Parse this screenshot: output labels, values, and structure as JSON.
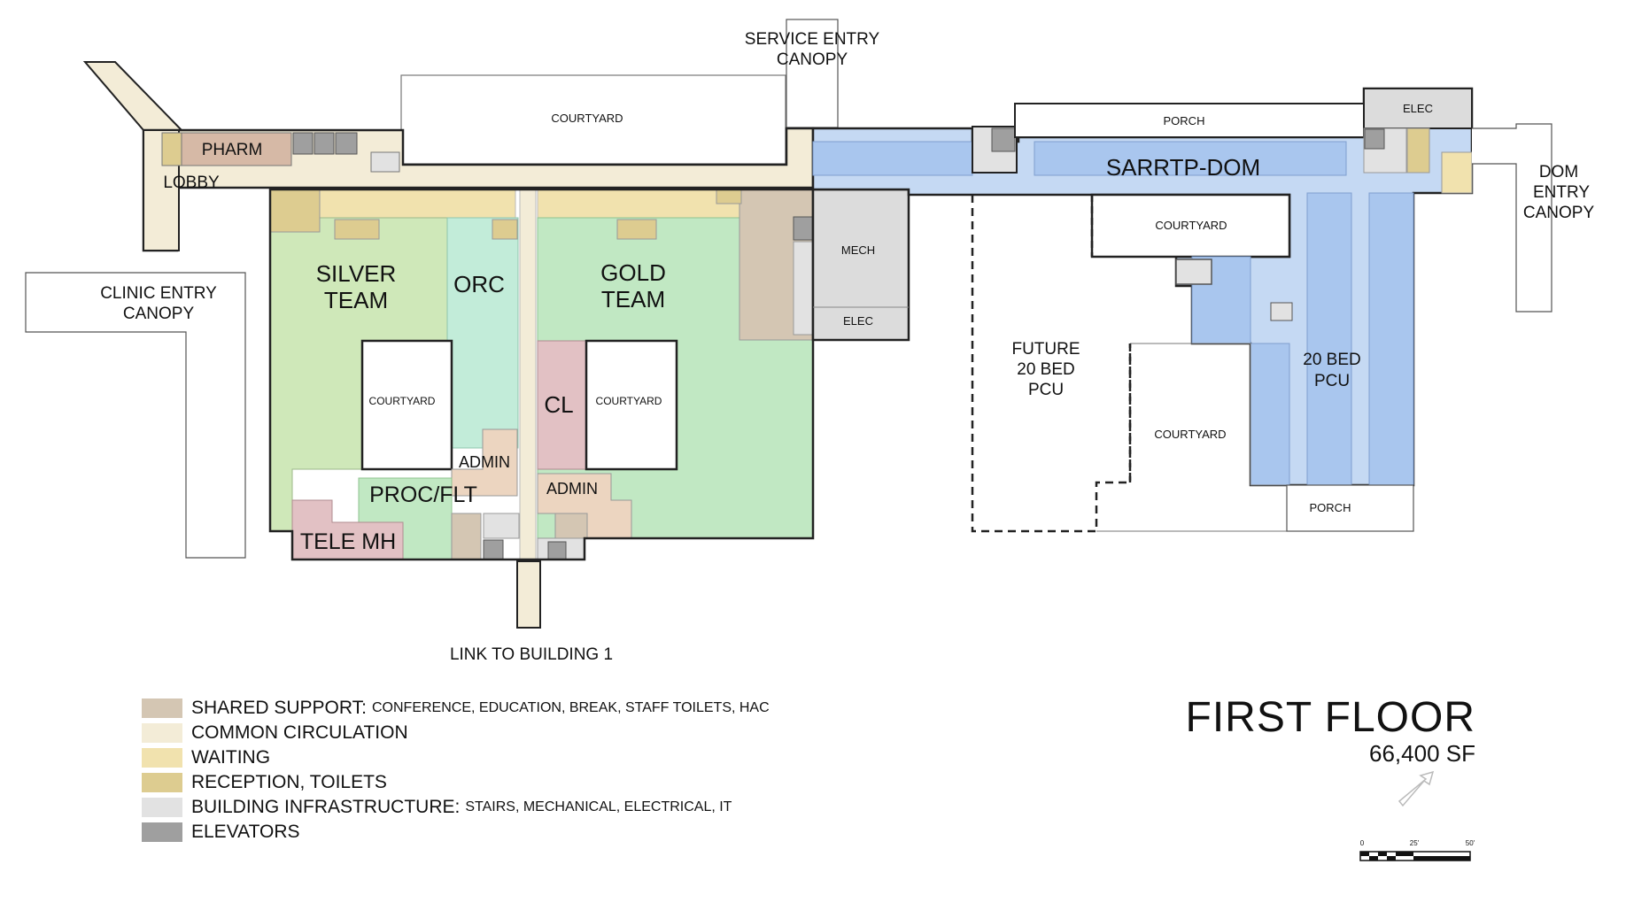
{
  "plan": {
    "title": "FIRST FLOOR",
    "area": "66,400 SF",
    "labels": {
      "service_entry_canopy_1": "SERVICE ENTRY",
      "service_entry_canopy_2": "CANOPY",
      "courtyard_top": "COURTYARD",
      "porch_top": "PORCH",
      "elec_top": "ELEC",
      "pharm": "PHARM",
      "lobby": "LOBBY",
      "sarrtp_dom": "SARRTP-DOM",
      "dom_entry_1": "DOM",
      "dom_entry_2": "ENTRY",
      "dom_entry_3": "CANOPY",
      "clinic_entry_1": "CLINIC ENTRY",
      "clinic_entry_2": "CANOPY",
      "silver_team_1": "SILVER",
      "silver_team_2": "TEAM",
      "orc": "ORC",
      "gold_team_1": "GOLD",
      "gold_team_2": "TEAM",
      "mech": "MECH",
      "elec_mech": "ELEC",
      "courtyard_right_top": "COURTYARD",
      "courtyard_silver": "COURTYARD",
      "courtyard_gold": "COURTYARD",
      "cl": "CL",
      "admin_1": "ADMIN",
      "admin_2": "ADMIN",
      "proc_flt": "PROC/FLT",
      "tele_mh": "TELE MH",
      "future_1": "FUTURE",
      "future_2": "20 BED",
      "future_3": "PCU",
      "courtyard_future": "COURTYARD",
      "pcu_1": "20 BED",
      "pcu_2": "PCU",
      "porch_bottom": "PORCH",
      "link": "LINK TO BUILDING 1",
      "scale_0": "0",
      "scale_25": "25'",
      "scale_50": "50'"
    }
  },
  "legend": [
    {
      "label": "SHARED SUPPORT:",
      "detail": "CONFERENCE, EDUCATION, BREAK, STAFF TOILETS, HAC",
      "color": "#d4c6b3"
    },
    {
      "label": "COMMON CIRCULATION",
      "detail": "",
      "color": "#f3ecd7"
    },
    {
      "label": "WAITING",
      "detail": "",
      "color": "#f1e2ae"
    },
    {
      "label": "RECEPTION, TOILETS",
      "detail": "",
      "color": "#ddcc90"
    },
    {
      "label": "BUILDING INFRASTRUCTURE:",
      "detail": "STAIRS, MECHANICAL, ELECTRICAL, IT",
      "color": "#e2e2e2"
    },
    {
      "label": "ELEVATORS",
      "detail": "",
      "color": "#9f9f9f"
    }
  ],
  "colors": {
    "green_clinic": "#c1e8c3",
    "silver_green": "#cfe8b9",
    "orc_teal": "#c2ecd9",
    "pink": "#e2c1c4",
    "blue": "#c5d9f3",
    "blue_dark": "#a9c6ee",
    "mech_gray": "#dcdcdc",
    "pharm": "#d6b9a6",
    "admin": "#ecd5c0"
  }
}
